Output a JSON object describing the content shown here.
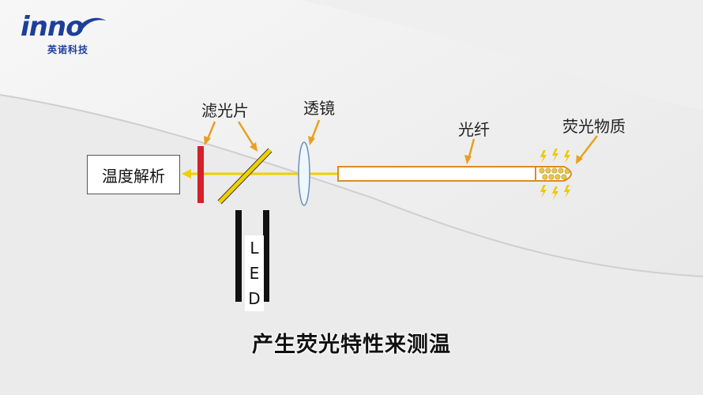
{
  "logo": {
    "brand": "inno",
    "company": "英诺科技"
  },
  "labels": {
    "filter": "滤光片",
    "lens": "透镜",
    "fiber": "光纤",
    "fluorescent": "荧光物质",
    "analyzer": "温度解析",
    "led_letters": [
      "L",
      "E",
      "D"
    ]
  },
  "subtitle": "产生荧光特性来测温",
  "colors": {
    "arrow": "#e8a020",
    "beam": "#f0d000",
    "filter_red": "#d4202a",
    "brand": "#1d3f9a",
    "fiber_outline": "#e08a20"
  }
}
